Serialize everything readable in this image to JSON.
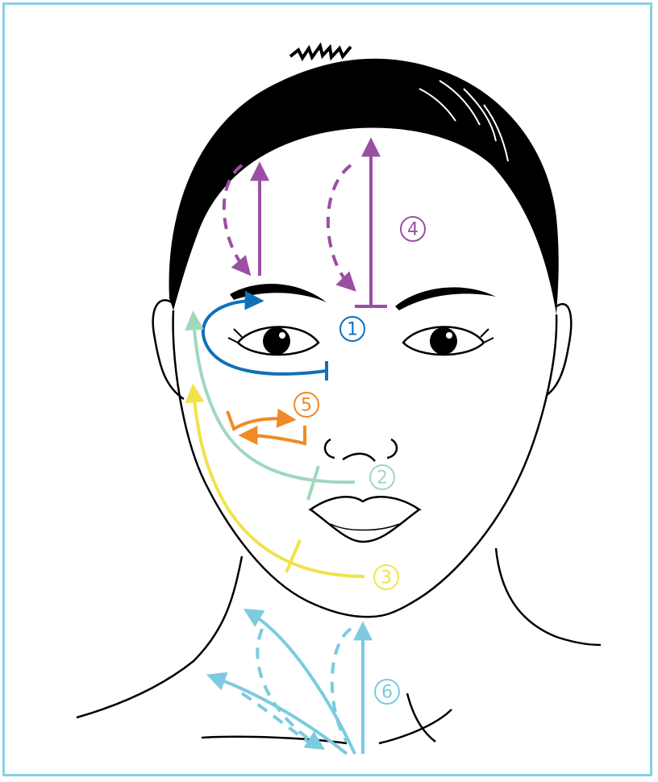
{
  "colors": {
    "frame": "#87d0e3",
    "route1": "#1070b8",
    "route2": "#9fd8bd",
    "route3": "#f0e34a",
    "route4": "#9a4fa3",
    "route5": "#f08a24",
    "route6": "#7ccbe0",
    "line": "#000000"
  },
  "labels": {
    "l1": "1",
    "l2": "2",
    "l3": "3",
    "l4": "4",
    "l5": "5",
    "l6": "6"
  },
  "icons": {
    "face": "face-illustration",
    "arrows": "massage-direction-arrows"
  }
}
